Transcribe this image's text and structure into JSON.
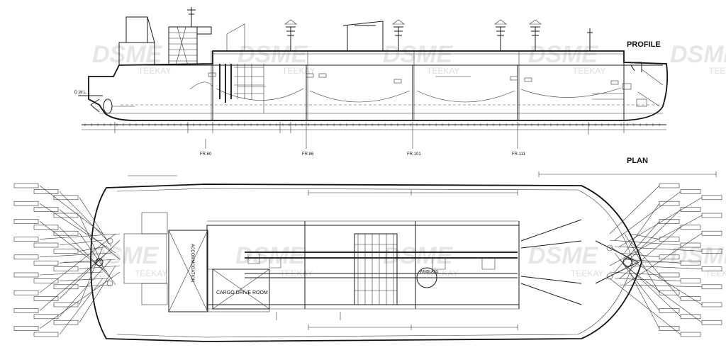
{
  "drawing": {
    "profile_title": "PROFILE",
    "plan_title": "PLAN",
    "watermark_brand": "DSME",
    "watermark_owner": "TEEKAY",
    "waterline_label": "D.W.L.",
    "frame_labels": [
      "FR.60",
      "FR.86",
      "FR.101",
      "FR.111"
    ],
    "accommodation_label": "ACCOMMODATION",
    "cargo_room_label": "CARGO DRIVE ROOM",
    "windlass_label": "WINDLASS"
  }
}
